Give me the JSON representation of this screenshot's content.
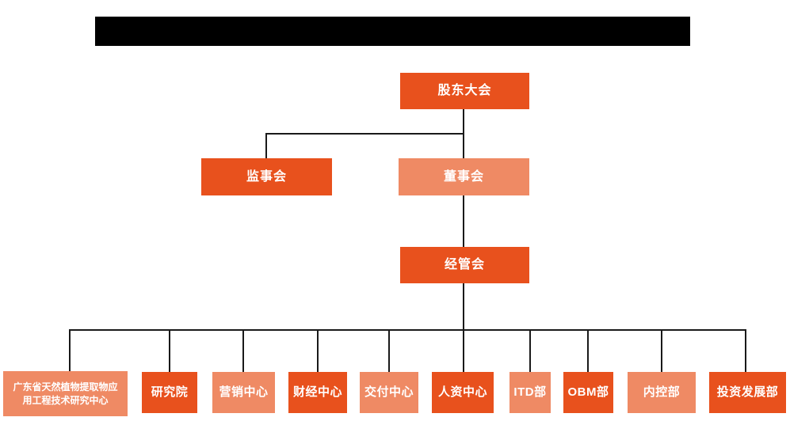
{
  "title_bar": {
    "type": "redacted-black-bar",
    "color": "#000000"
  },
  "colors": {
    "primary_orange": "#E8511D",
    "light_orange": "#EF8A64",
    "connector_line": "#1a1a1a",
    "node_text": "#ffffff",
    "background": "#ffffff"
  },
  "org_chart": {
    "type": "organization-tree",
    "nodes": {
      "shareholders_meeting": {
        "label": "股东大会",
        "color_variant": "primary"
      },
      "supervisory_board": {
        "label": "监事会",
        "color_variant": "primary"
      },
      "board_of_directors": {
        "label": "董事会",
        "color_variant": "light"
      },
      "management_committee": {
        "label": "经管会",
        "color_variant": "primary"
      },
      "gd_research_center": {
        "label": "广东省天然植物提取物应\n用工程技术研究中心",
        "color_variant": "light"
      },
      "research_institute": {
        "label": "研究院",
        "color_variant": "primary"
      },
      "marketing_center": {
        "label": "营销中心",
        "color_variant": "light"
      },
      "finance_center": {
        "label": "财经中心",
        "color_variant": "primary"
      },
      "delivery_center": {
        "label": "交付中心",
        "color_variant": "light"
      },
      "hr_center": {
        "label": "人资中心",
        "color_variant": "primary"
      },
      "itd_department": {
        "label": "ITD部",
        "color_variant": "light"
      },
      "obm_department": {
        "label": "OBM部",
        "color_variant": "primary"
      },
      "internal_control_department": {
        "label": "内控部",
        "color_variant": "light"
      },
      "investment_development_department": {
        "label": "投资发展部",
        "color_variant": "primary"
      }
    },
    "hierarchy": {
      "root": "股东大会",
      "level2": [
        "监事会",
        "董事会"
      ],
      "level3_parent": "董事会",
      "level3": [
        "经管会"
      ],
      "level4_parent": "经管会",
      "level4": [
        "广东省天然植物提取物应用工程技术研究中心",
        "研究院",
        "营销中心",
        "财经中心",
        "交付中心",
        "人资中心",
        "ITD部",
        "OBM部",
        "内控部",
        "投资发展部"
      ]
    }
  }
}
